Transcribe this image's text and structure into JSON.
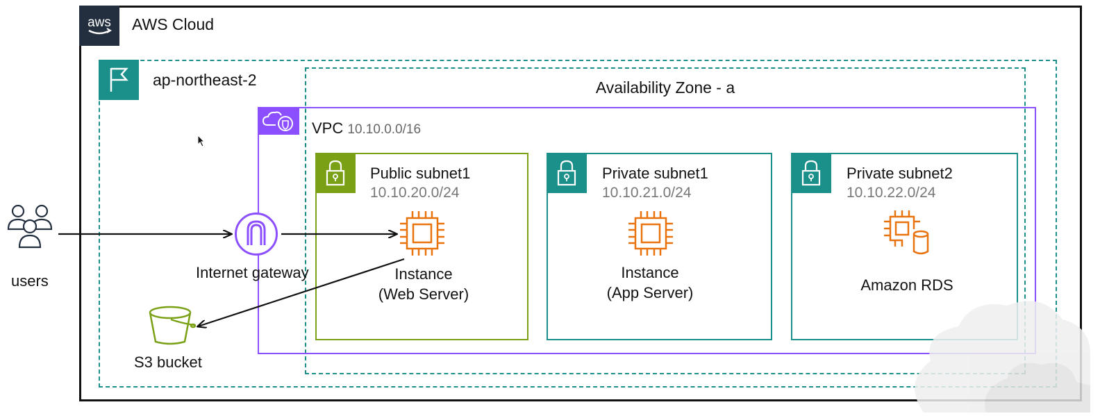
{
  "cloud": {
    "label": "AWS Cloud",
    "logo_text": "aws"
  },
  "region": {
    "label": "ap-northeast-2"
  },
  "availability_zone": {
    "label": "Availability Zone - a"
  },
  "vpc": {
    "label": "VPC",
    "cidr": "10.10.0.0/16"
  },
  "subnets": [
    {
      "name": "Public subnet1",
      "cidr": "10.10.20.0/24",
      "color": "#7aa116"
    },
    {
      "name": "Private subnet1",
      "cidr": "10.10.21.0/24",
      "color": "#1b8f8a"
    },
    {
      "name": "Private subnet2",
      "cidr": "10.10.22.0/24",
      "color": "#1b8f8a"
    }
  ],
  "nodes": {
    "users": {
      "label": "users",
      "icon": "users-icon"
    },
    "internet_gateway": {
      "label": "Internet gateway",
      "icon": "internet-gateway-icon"
    },
    "web_instance": {
      "label_line1": "Instance",
      "label_line2": "(Web Server)",
      "icon": "ec2-instance-icon"
    },
    "app_instance": {
      "label_line1": "Instance",
      "label_line2": "(App Server)",
      "icon": "ec2-instance-icon"
    },
    "rds": {
      "label": "Amazon RDS",
      "icon": "rds-icon"
    },
    "s3": {
      "label": "S3 bucket",
      "icon": "s3-bucket-icon"
    }
  },
  "connections": [
    {
      "from": "users",
      "to": "internet_gateway"
    },
    {
      "from": "internet_gateway",
      "to": "web_instance"
    },
    {
      "from": "web_instance",
      "to": "s3"
    }
  ],
  "colors": {
    "region_teal": "#1b8f8a",
    "vpc_purple": "#8c4fff",
    "public_green": "#7aa116",
    "compute_orange": "#e8720c",
    "s3_green": "#7aa116",
    "aws_dark": "#232f3e"
  }
}
